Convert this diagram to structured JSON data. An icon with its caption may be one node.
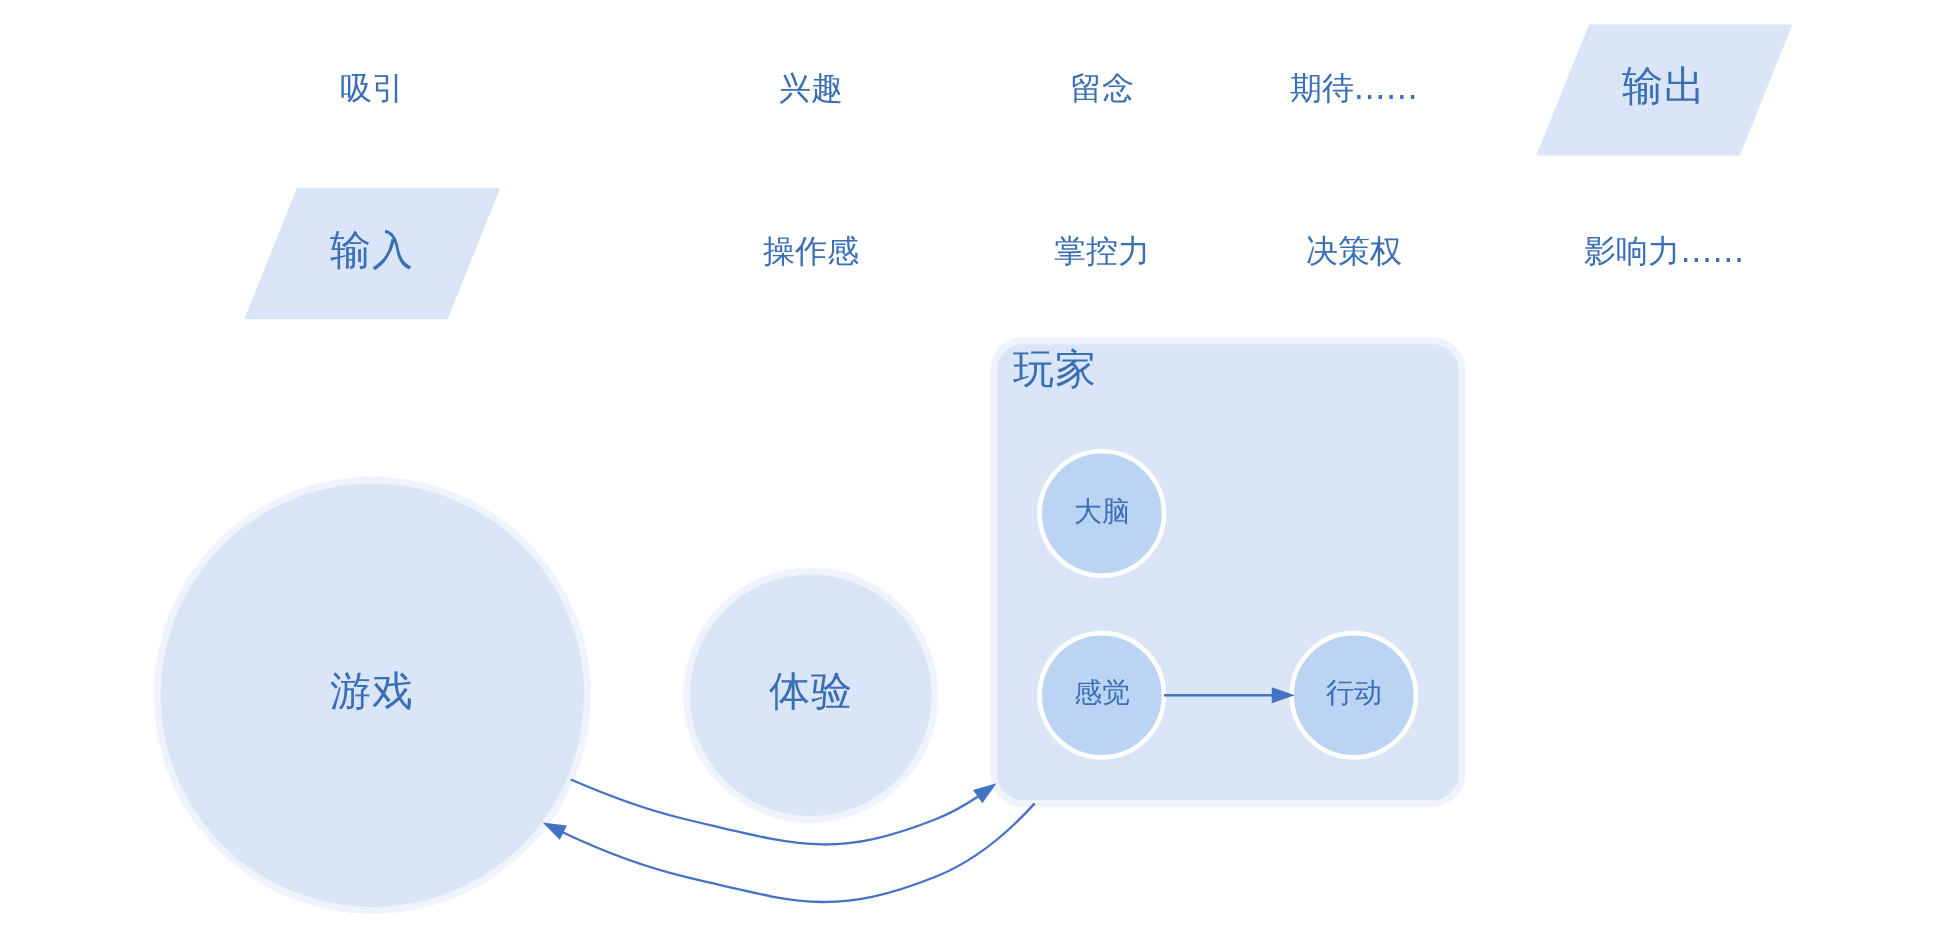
{
  "diagram": {
    "nodes": [
      {
        "text": [
          "输入"
        ]
      },
      {
        "text": [
          "游戏"
        ]
      },
      {
        "text": [
          "体验"
        ]
      },
      {
        "text": [
          "玩家"
        ]
      },
      {
        "text": [
          "行动"
        ],
        "in": 3
      },
      {
        "text": [
          "大脑"
        ],
        "in": 3
      },
      {
        "text": [
          "感觉"
        ],
        "in": 3
      },
      {
        "text": [
          "输出"
        ]
      }
    ],
    "edges": [
      {
        "from": 3,
        "to": 1,
        "arrow": "to"
      },
      {
        "from": 1,
        "to": 3,
        "arrow": "to"
      },
      {
        "from": 6,
        "to": 4,
        "arrow": "to"
      }
    ],
    "labels": [
      "操作感",
      "掌控力",
      "决策权",
      "影响力……",
      "吸引",
      "兴趣",
      "留念",
      "期待……"
    ]
  }
}
